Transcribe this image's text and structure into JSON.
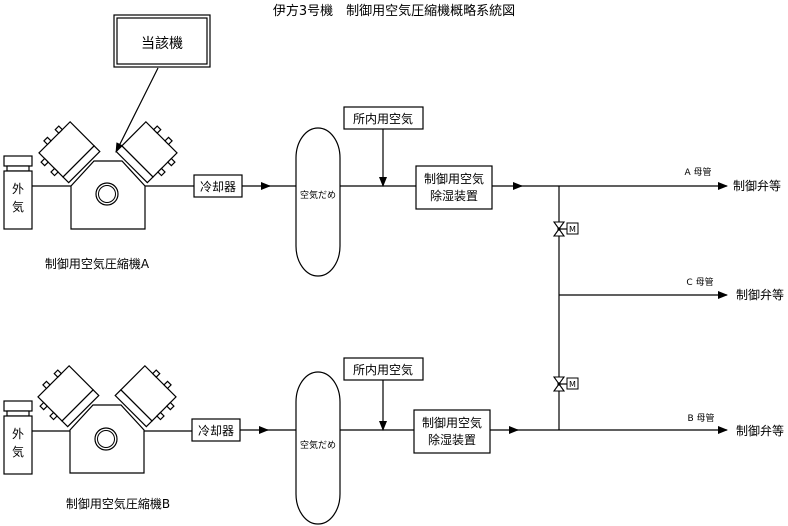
{
  "title": "伊方3号機　制御用空気圧縮機概略系統図",
  "callout": {
    "label": "当該機"
  },
  "trains": [
    {
      "outside_air": [
        "外",
        "気"
      ],
      "compressor_label": "制御用空気圧縮機A",
      "cooler": "冷却器",
      "receiver": "空気だめ",
      "station_air": "所内用空気",
      "dryer": [
        "制御用空気",
        "除湿装置"
      ]
    },
    {
      "outside_air": [
        "外",
        "気"
      ],
      "compressor_label": "制御用空気圧縮機B",
      "cooler": "冷却器",
      "receiver": "空気だめ",
      "station_air": "所内用空気",
      "dryer": [
        "制御用空気",
        "除湿装置"
      ]
    }
  ],
  "headers": [
    {
      "label": "A 母管",
      "dest": "制御弁等"
    },
    {
      "label": "C 母管",
      "dest": "制御弁等"
    },
    {
      "label": "B 母管",
      "dest": "制御弁等"
    }
  ],
  "valves": [
    {
      "actuator": "M"
    },
    {
      "actuator": "M"
    }
  ]
}
